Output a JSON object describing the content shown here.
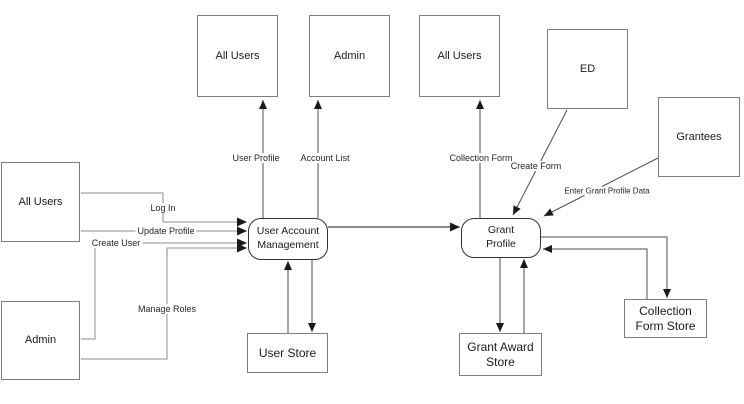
{
  "diagram_type": "data-flow-diagram",
  "colors": {
    "background": "#ffffff",
    "entity_border": "#7f7f7f",
    "process_border": "#333333",
    "connector": "#4d4d4d",
    "connector_light": "#8c8c8c",
    "arrowhead": "#1a1a1a",
    "node_text": "#1a1a1a",
    "label_text": "#262626"
  },
  "nodes": {
    "all_users_top_left": {
      "label": "All Users",
      "type": "external-entity"
    },
    "admin_top": {
      "label": "Admin",
      "type": "external-entity"
    },
    "all_users_top_right": {
      "label": "All Users",
      "type": "external-entity"
    },
    "ed": {
      "label": "ED",
      "type": "external-entity"
    },
    "grantees": {
      "label": "Grantees",
      "type": "external-entity"
    },
    "all_users_left": {
      "label": "All Users",
      "type": "external-entity"
    },
    "admin_left": {
      "label": "Admin",
      "type": "external-entity"
    },
    "user_account_management": {
      "label": "User Account Management",
      "type": "process"
    },
    "grant_profile": {
      "label": "Grant Profile",
      "type": "process"
    },
    "user_store": {
      "label": "User Store",
      "type": "data-store"
    },
    "grant_award_store": {
      "label": "Grant Award Store",
      "type": "data-store"
    },
    "collection_form_store": {
      "label": "Collection Form Store",
      "type": "data-store"
    }
  },
  "edges": {
    "user_profile": {
      "label": "User Profile",
      "from": "user_account_management",
      "to": "all_users_top_left"
    },
    "account_list": {
      "label": "Account List",
      "from": "user_account_management",
      "to": "admin_top"
    },
    "collection_form": {
      "label": "Collection Form",
      "from": "grant_profile",
      "to": "all_users_top_right"
    },
    "create_form": {
      "label": "Create Form",
      "from": "ed",
      "to": "grant_profile"
    },
    "enter_grant_profile_data": {
      "label": "Enter Grant Profile Data",
      "from": "grantees",
      "to": "grant_profile"
    },
    "log_in": {
      "label": "Log In",
      "from": "all_users_left",
      "to": "user_account_management"
    },
    "update_profile": {
      "label": "Update Profile",
      "from": "all_users_left",
      "to": "user_account_management"
    },
    "create_user": {
      "label": "Create User",
      "from": "admin_left",
      "to": "user_account_management"
    },
    "manage_roles": {
      "label": "Manage Roles",
      "from": "admin_left",
      "to": "user_account_management"
    },
    "uam_to_grant_profile": {
      "label": "",
      "from": "user_account_management",
      "to": "grant_profile"
    },
    "uam_to_user_store": {
      "label": "",
      "from": "user_account_management",
      "to": "user_store"
    },
    "user_store_to_uam": {
      "label": "",
      "from": "user_store",
      "to": "user_account_management"
    },
    "gp_to_grant_award_store": {
      "label": "",
      "from": "grant_profile",
      "to": "grant_award_store"
    },
    "grant_award_store_to_gp": {
      "label": "",
      "from": "grant_award_store",
      "to": "grant_profile"
    },
    "gp_to_collection_form_store": {
      "label": "",
      "from": "grant_profile",
      "to": "collection_form_store"
    },
    "collection_form_store_to_gp": {
      "label": "",
      "from": "collection_form_store",
      "to": "grant_profile"
    }
  }
}
